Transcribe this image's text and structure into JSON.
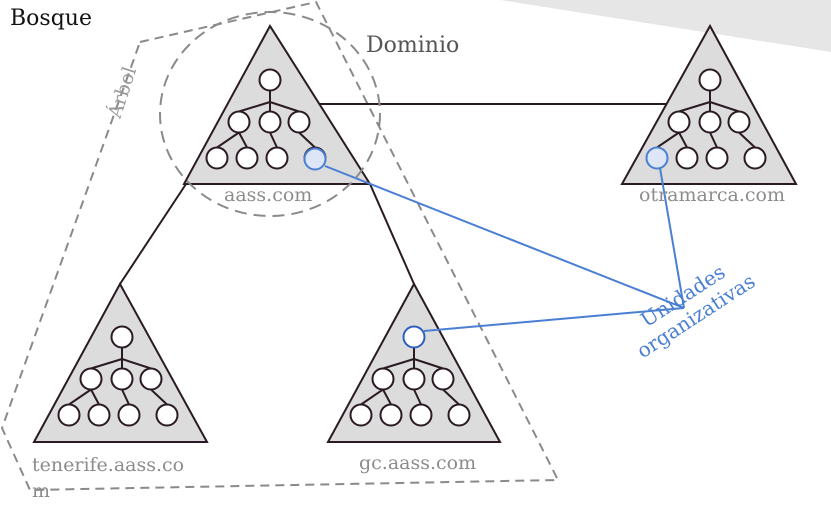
{
  "forest": {
    "title": "Bosque"
  },
  "domain_label": "Dominio",
  "tree_label": "Árbol",
  "domains": [
    {
      "name": "aass.com"
    },
    {
      "name": "otramarca.com"
    },
    {
      "name": "tenerife.aass.co\nm"
    },
    {
      "name": "gc.aass.com"
    }
  ],
  "ou_label": {
    "line1": "Unidades",
    "line2": "organizativas"
  },
  "colors": {
    "triangle_fill": "#dcdcdc",
    "stroke": "#2a1a24",
    "ou_blue": "#4a7fd4",
    "dashed": "#888888"
  }
}
